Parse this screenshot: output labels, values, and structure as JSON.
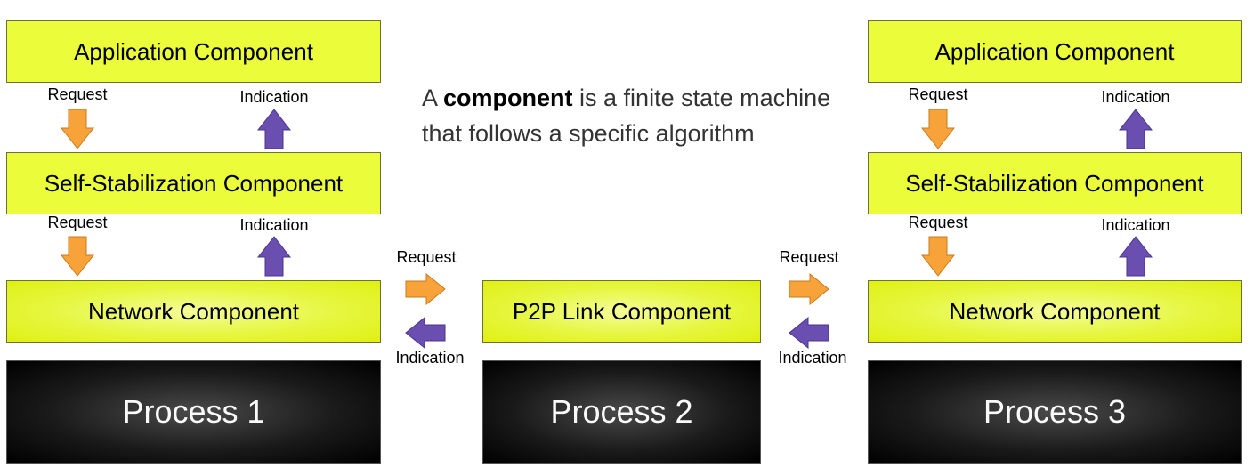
{
  "description": {
    "prefix": "A ",
    "bold": "component",
    "rest_line1": " is a finite state machine",
    "line2": "that follows a specific algorithm"
  },
  "process1": {
    "application": "Application Component",
    "stabilization": "Self-Stabilization Component",
    "network": "Network Component",
    "process": "Process 1"
  },
  "process2": {
    "link": "P2P Link Component",
    "process": "Process 2"
  },
  "process3": {
    "application": "Application Component",
    "stabilization": "Self-Stabilization Component",
    "network": "Network Component",
    "process": "Process 3"
  },
  "labels": {
    "request": "Request",
    "indication": "Indication"
  },
  "colors": {
    "component_fill": "#ebfc3a",
    "request_arrow": "#f8a23a",
    "indication_arrow": "#6a4eb0",
    "process_fill": "#000000"
  }
}
